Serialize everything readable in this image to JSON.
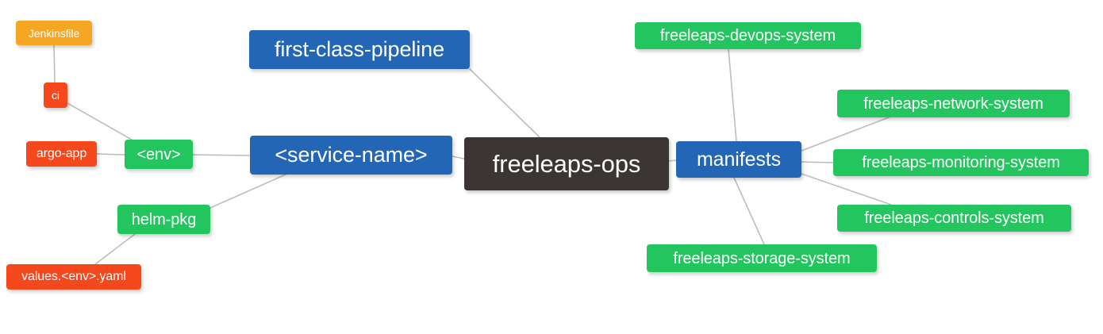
{
  "diagram": {
    "type": "mindmap",
    "root_label": "freeleaps-ops",
    "background_color": "#ffffff",
    "edge_color": "#bdbdbd"
  },
  "colors": {
    "root": "#3b3634",
    "blue": "#2266b5",
    "green": "#22c55e",
    "orange": "#f5a623",
    "red": "#f5481c",
    "text": "#ffffff"
  },
  "nodes": {
    "root": {
      "label": "freeleaps-ops",
      "level": "root"
    },
    "first_class_pipeline": {
      "label": "first-class-pipeline",
      "level": "blue"
    },
    "service_name": {
      "label": "<service-name>",
      "level": "blue"
    },
    "manifests": {
      "label": "manifests",
      "level": "blue"
    },
    "env": {
      "label": "<env>",
      "level": "green"
    },
    "helm_pkg": {
      "label": "helm-pkg",
      "level": "green"
    },
    "jenkinsfile": {
      "label": "Jenkinsfile",
      "level": "orange"
    },
    "ci": {
      "label": "ci",
      "level": "red"
    },
    "argo_app": {
      "label": "argo-app",
      "level": "red"
    },
    "values_yaml": {
      "label": "values.<env>.yaml",
      "level": "red"
    },
    "devops_system": {
      "label": "freeleaps-devops-system",
      "level": "green"
    },
    "network_system": {
      "label": "freeleaps-network-system",
      "level": "green"
    },
    "monitoring_system": {
      "label": "freeleaps-monitoring-system",
      "level": "green"
    },
    "controls_system": {
      "label": "freeleaps-controls-system",
      "level": "green"
    },
    "storage_system": {
      "label": "freeleaps-storage-system",
      "level": "green"
    }
  },
  "edges": [
    {
      "from": "root",
      "to": "first_class_pipeline"
    },
    {
      "from": "root",
      "to": "service_name"
    },
    {
      "from": "root",
      "to": "manifests"
    },
    {
      "from": "service_name",
      "to": "env"
    },
    {
      "from": "service_name",
      "to": "helm_pkg"
    },
    {
      "from": "env",
      "to": "ci"
    },
    {
      "from": "env",
      "to": "argo_app"
    },
    {
      "from": "ci",
      "to": "jenkinsfile"
    },
    {
      "from": "helm_pkg",
      "to": "values_yaml"
    },
    {
      "from": "manifests",
      "to": "devops_system"
    },
    {
      "from": "manifests",
      "to": "network_system"
    },
    {
      "from": "manifests",
      "to": "monitoring_system"
    },
    {
      "from": "manifests",
      "to": "controls_system"
    },
    {
      "from": "manifests",
      "to": "storage_system"
    }
  ]
}
